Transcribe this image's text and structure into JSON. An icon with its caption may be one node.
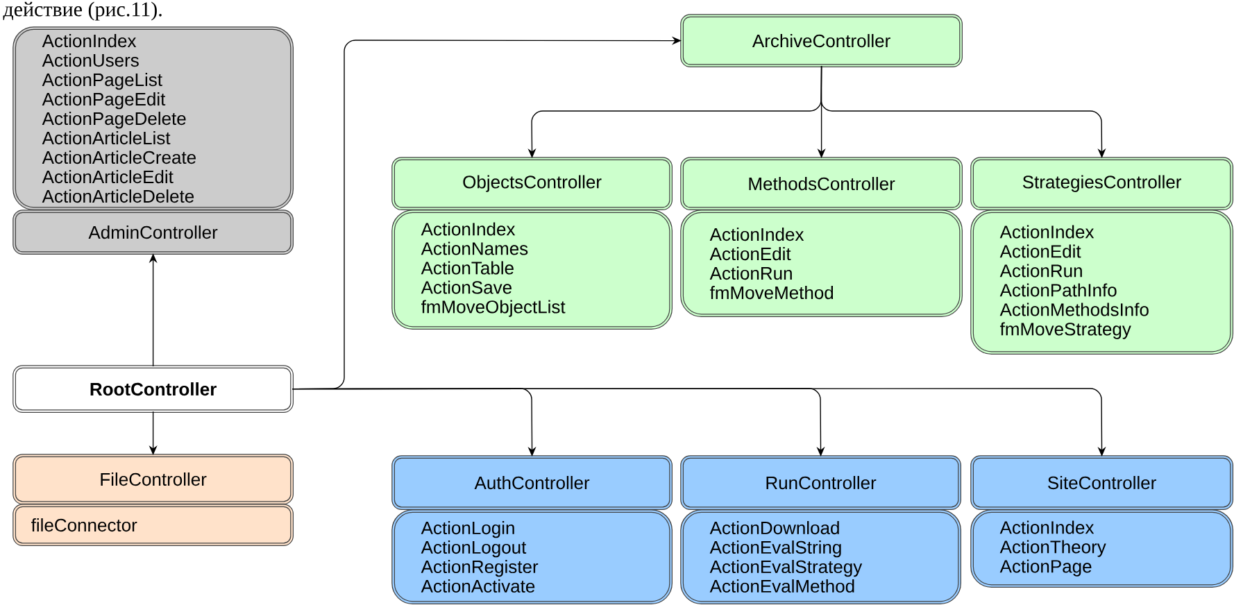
{
  "diagram": {
    "nodes": [
      {
        "text": [
          "ActionIndex",
          "ActionUsers",
          "ActionPageList",
          "ActionPageEdit",
          "ActionPageDelete",
          "ActionArticleList",
          "ActionArticleCreate",
          "ActionArticleEdit",
          "ActionArticleDelete"
        ]
      },
      {
        "text": [
          "AdminController"
        ]
      },
      {
        "text": [
          "RootController"
        ]
      },
      {
        "text": [
          "FileController"
        ]
      },
      {
        "text": [
          "fileConnector"
        ]
      },
      {
        "text": [
          "ArchiveController"
        ]
      },
      {
        "text": [
          "ObjectsController"
        ]
      },
      {
        "text": [
          "ActionIndex",
          "ActionNames",
          "ActionTable",
          "ActionSave",
          "fmMoveObjectList"
        ]
      },
      {
        "text": [
          "MethodsController"
        ]
      },
      {
        "text": [
          "ActionIndex",
          "ActionEdit",
          "ActionRun",
          "fmMoveMethod"
        ]
      },
      {
        "text": [
          "StrategiesController"
        ]
      },
      {
        "text": [
          "ActionIndex",
          "ActionEdit",
          "ActionRun",
          "ActionPathInfo",
          "ActionMethodsInfo",
          "fmMoveStrategy"
        ]
      },
      {
        "text": [
          "AuthController"
        ]
      },
      {
        "text": [
          "ActionLogin",
          "ActionLogout",
          "ActionRegister",
          "ActionActivate"
        ]
      },
      {
        "text": [
          "RunController"
        ]
      },
      {
        "text": [
          "ActionDownload",
          "ActionEvalString",
          "ActionEvalStrategy",
          "ActionEvalMethod"
        ]
      },
      {
        "text": [
          "SiteController"
        ]
      },
      {
        "text": [
          "ActionIndex",
          "ActionTheory",
          "ActionPage"
        ]
      }
    ],
    "edges": [
      {
        "from": 2,
        "to": 1,
        "arrow": "to"
      },
      {
        "from": 2,
        "to": 5,
        "arrow": "to"
      },
      {
        "from": 2,
        "to": 3,
        "arrow": "to"
      },
      {
        "from": 2,
        "to": 12,
        "arrow": "to"
      },
      {
        "from": 2,
        "to": 14,
        "arrow": "to"
      },
      {
        "from": 2,
        "to": 16,
        "arrow": "to"
      },
      {
        "from": 5,
        "to": 6,
        "arrow": "to"
      },
      {
        "from": 5,
        "to": 8,
        "arrow": "to"
      },
      {
        "from": 5,
        "to": 10,
        "arrow": "to"
      }
    ],
    "labels": [
      "действие (рис.11)."
    ]
  }
}
